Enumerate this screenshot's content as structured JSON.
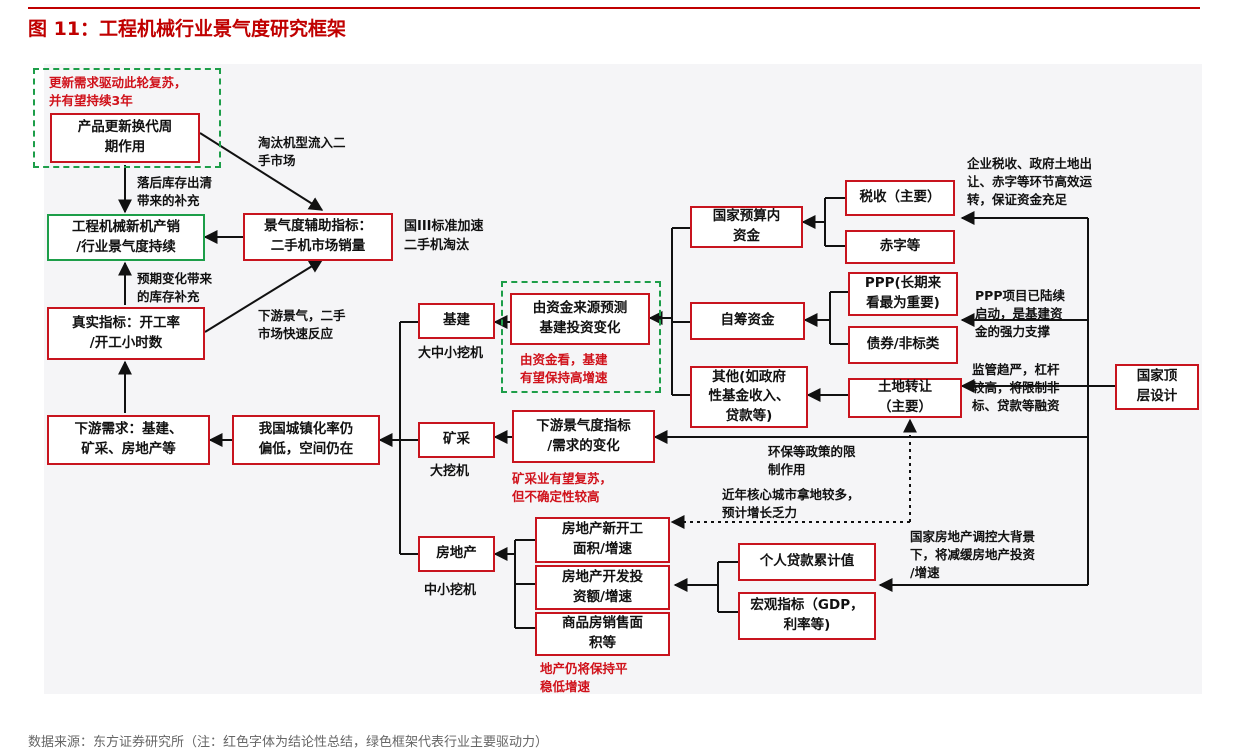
{
  "title": "图 11：工程机械行业景气度研究框架",
  "source": "数据来源：东方证券研究所（注：红色字体为结论性总结，绿色框架代表行业主要驱动力）",
  "nodes": {
    "product_cycle": "产品更新换代周\n期作用",
    "new_sales": "工程机械新机产销\n/行业景气度持续",
    "aux_indicator": "景气度辅助指标：\n二手机市场销量",
    "real_indicator": "真实指标：开工率\n/开工小时数",
    "downstream_demand": "下游需求：基建、\n矿采、房地产等",
    "urbanization": "我国城镇化率仍\n偏低，空间仍在",
    "infrastructure": "基建",
    "mining": "矿采",
    "real_estate": "房地产",
    "funding_source": "由资金来源预测\n基建投资变化",
    "downstream_change": "下游景气度指标\n/需求的变化",
    "re_new_start": "房地产新开工\n面积/增速",
    "re_investment": "房地产开发投\n资额/增速",
    "re_sales": "商品房销售面\n积等",
    "national_budget": "国家预算内\n资金",
    "self_raised": "自筹资金",
    "other_funds": "其他(如政府\n性基金收入、\n贷款等)",
    "tax": "税收（主要）",
    "deficit": "赤字等",
    "ppp": "PPP(长期来\n看最为重要)",
    "bonds": "债券/非标类",
    "land_transfer": "土地转让\n（主要）",
    "personal_loans": "个人贷款累计值",
    "macro": "宏观指标（GDP，\n利率等)",
    "top_design": "国家顶\n层设计"
  },
  "labels": {
    "red_top": "更新需求驱动此轮复苏，\n并有望持续3年",
    "inventory_clear": "落后库存出清\n带来的补充",
    "expect_change": "预期变化带来\n的库存补充",
    "eliminated_models": "淘汰机型流入二\n手市场",
    "std_upgrade": "国III标准加速\n二手机淘汰",
    "downstream_fast": "下游景气，二手\n市场快速反应",
    "mid_small": "大中小挖机",
    "large": "大挖机",
    "small_mid": "中小挖机",
    "red_infra": "由资金看，基建\n有望保持高增速",
    "red_mining": "矿采业有望复苏，\n但不确定性较高",
    "red_re": "地产仍将保持平\n稳低增速",
    "tax_note": "企业税收、政府土地出\n让、赤字等环节高效运\n转，保证资金充足",
    "ppp_note": "PPP项目已陆续\n启动，是基建资\n金的强力支撑",
    "regulation_note": "监管趋严，杠杆\n较高，将限制非\n标、贷款等融资",
    "env_note": "环保等政策的限\n制作用",
    "land_note": "近年核心城市拿地较多，\n预计增长乏力",
    "re_regulation_note": "国家房地产调控大背景\n下，将减缓房地产投资\n/增速"
  }
}
